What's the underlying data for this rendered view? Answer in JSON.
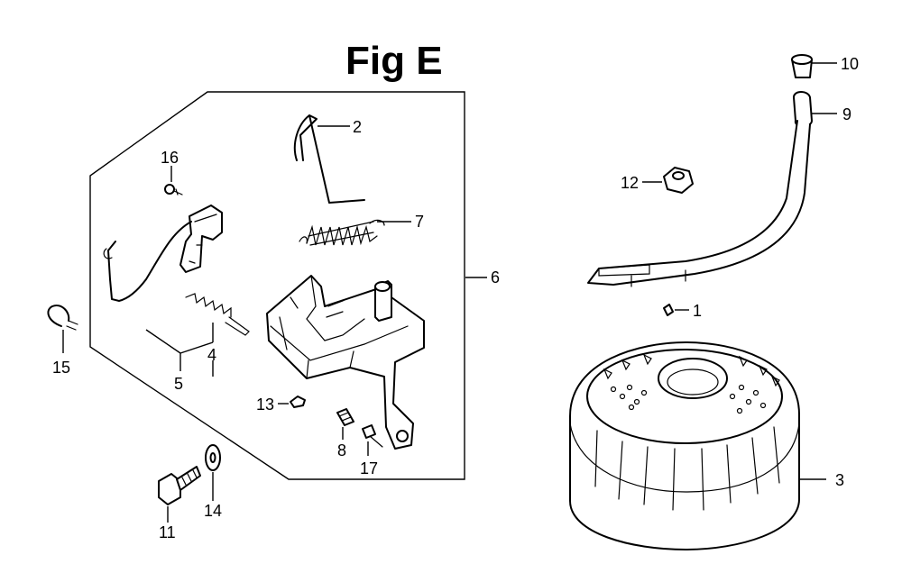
{
  "figure": {
    "title": "Fig E",
    "callouts": [
      {
        "id": "1",
        "label": "1"
      },
      {
        "id": "2",
        "label": "2"
      },
      {
        "id": "3",
        "label": "3"
      },
      {
        "id": "4",
        "label": "4"
      },
      {
        "id": "5",
        "label": "5"
      },
      {
        "id": "6",
        "label": "6"
      },
      {
        "id": "7",
        "label": "7"
      },
      {
        "id": "8",
        "label": "8"
      },
      {
        "id": "9",
        "label": "9"
      },
      {
        "id": "10",
        "label": "10"
      },
      {
        "id": "11",
        "label": "11"
      },
      {
        "id": "12",
        "label": "12"
      },
      {
        "id": "13",
        "label": "13"
      },
      {
        "id": "14",
        "label": "14"
      },
      {
        "id": "15",
        "label": "15"
      },
      {
        "id": "16",
        "label": "16"
      },
      {
        "id": "17",
        "label": "17"
      }
    ]
  }
}
